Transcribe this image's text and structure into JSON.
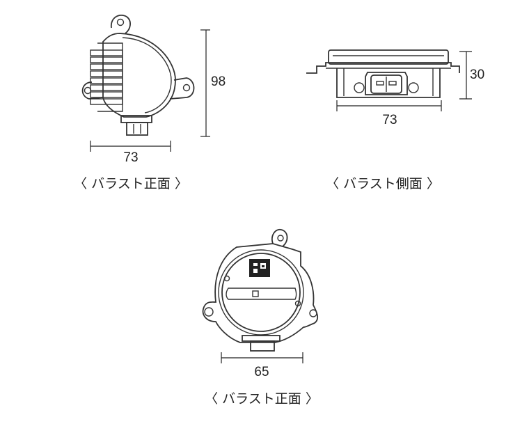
{
  "views": {
    "front_top": {
      "width_label": "73",
      "height_label": "98",
      "caption": "〈 バラスト正面 〉"
    },
    "side": {
      "width_label": "73",
      "height_label": "30",
      "caption": "〈 バラスト側面 〉"
    },
    "front_bottom": {
      "width_label": "65",
      "caption": "〈 バラスト正面 〉"
    }
  },
  "colors": {
    "line": "#333333",
    "connector": "#222222",
    "background": "#ffffff"
  }
}
